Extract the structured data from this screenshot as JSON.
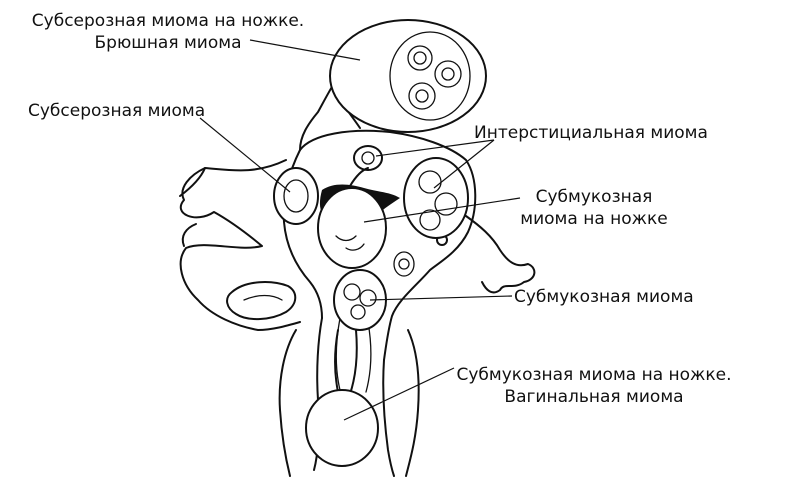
{
  "labels": {
    "pedunculated_subserous": [
      "Субсерозная миома на ножке.",
      "Брюшная миома"
    ],
    "subserous": "Субсерозная миома",
    "interstitial": "Интерстициальная миома",
    "submucous_pedunculated": [
      "Субмукозная",
      "миома на ножке"
    ],
    "submucous": "Субмукозная миома",
    "submucous_vaginal": [
      "Субмукозная миома на ножке.",
      "Вагинальная миома"
    ]
  }
}
